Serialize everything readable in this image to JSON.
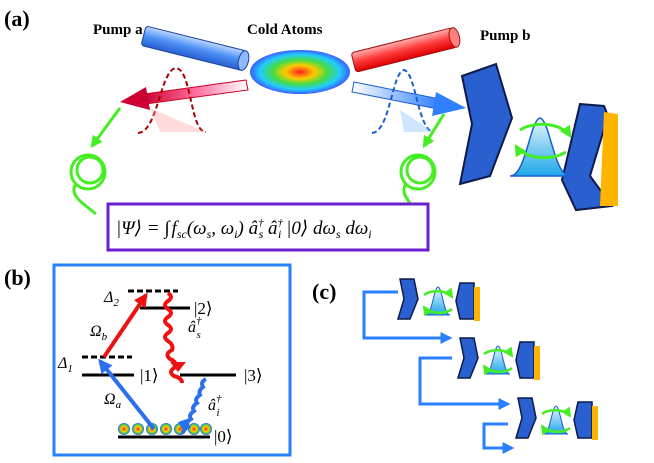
{
  "panels": {
    "a": {
      "label": "(a)",
      "pump_a": "Pump a",
      "pump_b": "Pump b",
      "atoms": "Cold Atoms",
      "equation": {
        "psi": "|Ψ⟩ = ∫",
        "f": "f",
        "sc": "sc",
        "args": "(ω",
        "s1": "s",
        "comma": ", ω",
        "i1": "i",
        "close": ") â",
        "dag1": "†",
        "s2": "s",
        "a2": " â",
        "dag2": "†",
        "i2": "i",
        "ket": " |0⟩ dω",
        "s3": "s",
        "domega": " dω",
        "i3": "i"
      },
      "colors": {
        "pump_a": "#4a90ff",
        "pump_b": "#ff3030",
        "fiber": "#44ee22",
        "box": "#6a1fcf"
      }
    },
    "b": {
      "label": "(b)",
      "delta2": "Δ",
      "delta2_sub": "2",
      "delta1": "Δ",
      "delta1_sub": "1",
      "omega_b": "Ω",
      "omega_b_sub": "b",
      "omega_a": "Ω",
      "omega_a_sub": "a",
      "as": "â",
      "as_sup": "†",
      "as_sub": "s",
      "ai": "â",
      "ai_sup": "†",
      "ai_sub": "i",
      "ket2": "|2⟩",
      "ket1": "|1⟩",
      "ket3": "|3⟩",
      "ket0": "|0⟩"
    },
    "c": {
      "label": "(c)"
    }
  }
}
